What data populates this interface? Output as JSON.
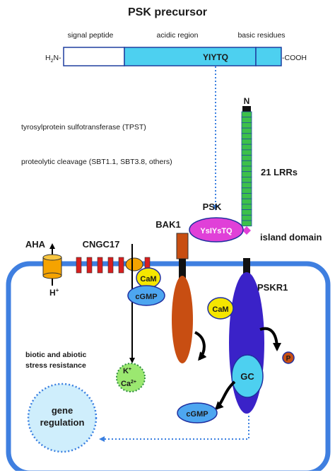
{
  "title": "PSK precursor",
  "precursor": {
    "regions": [
      "signal peptide",
      "acidic region",
      "basic residues"
    ],
    "n_terminus": "H",
    "n_terminus_sub": "2",
    "n_terminus_suffix": "N-",
    "c_terminus": "-COOH",
    "motif": "YIYTQ"
  },
  "processing": {
    "enzyme": "tyrosylprotein sulfotransferase (TPST)",
    "cleavage": "proteolytic cleavage (SBT1.1, SBT3.8, others)"
  },
  "receptor": {
    "n_label": "N",
    "lrr_label": "21 LRRs",
    "island_label": "island domain",
    "name": "PSKR1",
    "gc": "GC",
    "cam": "CaM",
    "p": "P"
  },
  "psk": {
    "label": "PSK",
    "sequence": "YsIYsTQ"
  },
  "bak1": {
    "label": "BAK1"
  },
  "aha": {
    "label": "AHA",
    "ion": "H",
    "ion_charge": "+"
  },
  "cngc": {
    "label": "CNGC17",
    "cam": "CaM",
    "cgmp": "cGMP"
  },
  "ions": {
    "k": "K",
    "k_charge": "+",
    "ca": "Ca",
    "ca_charge": "2+"
  },
  "cytoplasm": {
    "stress": [
      "biotic and abiotic",
      "stress resistance"
    ],
    "gene": [
      "gene",
      "regulation"
    ],
    "cgmp": "cGMP"
  },
  "colors": {
    "light_blue": "#4dd0f0",
    "membrane": "#3f7fe0",
    "lrr_green": "#3cc04a",
    "psk_magenta": "#e040d8",
    "cam_yellow": "#f5e600",
    "bak1_orange": "#c84e12",
    "pskr1_purple": "#3a22c8",
    "cngc_red": "#d81f1f",
    "ion_green": "#9be870",
    "gene_blue": "#cfeefc"
  }
}
